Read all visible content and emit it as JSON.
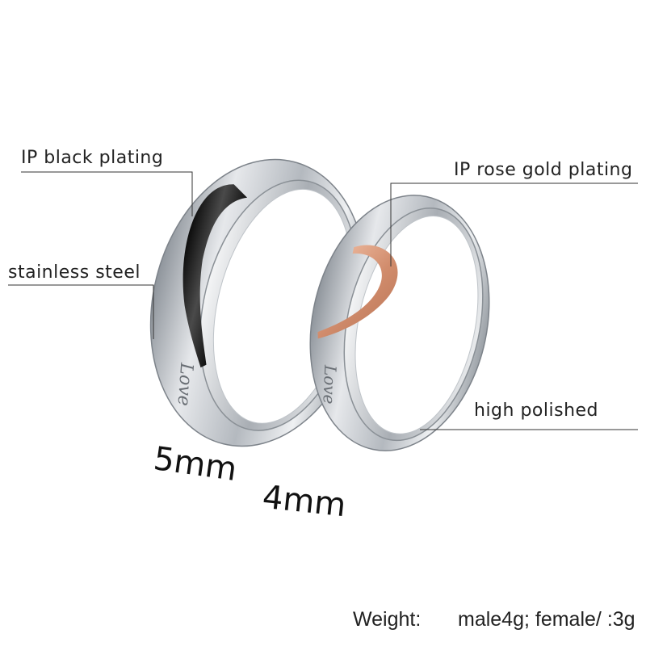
{
  "callouts": {
    "black_plating": "IP black plating",
    "stainless": "stainless steel",
    "rose_plating": "IP rose gold plating",
    "polished": "high polished"
  },
  "sizes": {
    "wide": "5mm",
    "narrow": "4mm"
  },
  "weight": {
    "label": "Weight:",
    "value": "male4g; female/ :3g"
  },
  "engraving": {
    "word": "Love"
  },
  "colors": {
    "steel": "#c9cdd2",
    "black_plating": "#1a1a1a",
    "rose_gold": "#d89b7e",
    "line": "#333333"
  }
}
